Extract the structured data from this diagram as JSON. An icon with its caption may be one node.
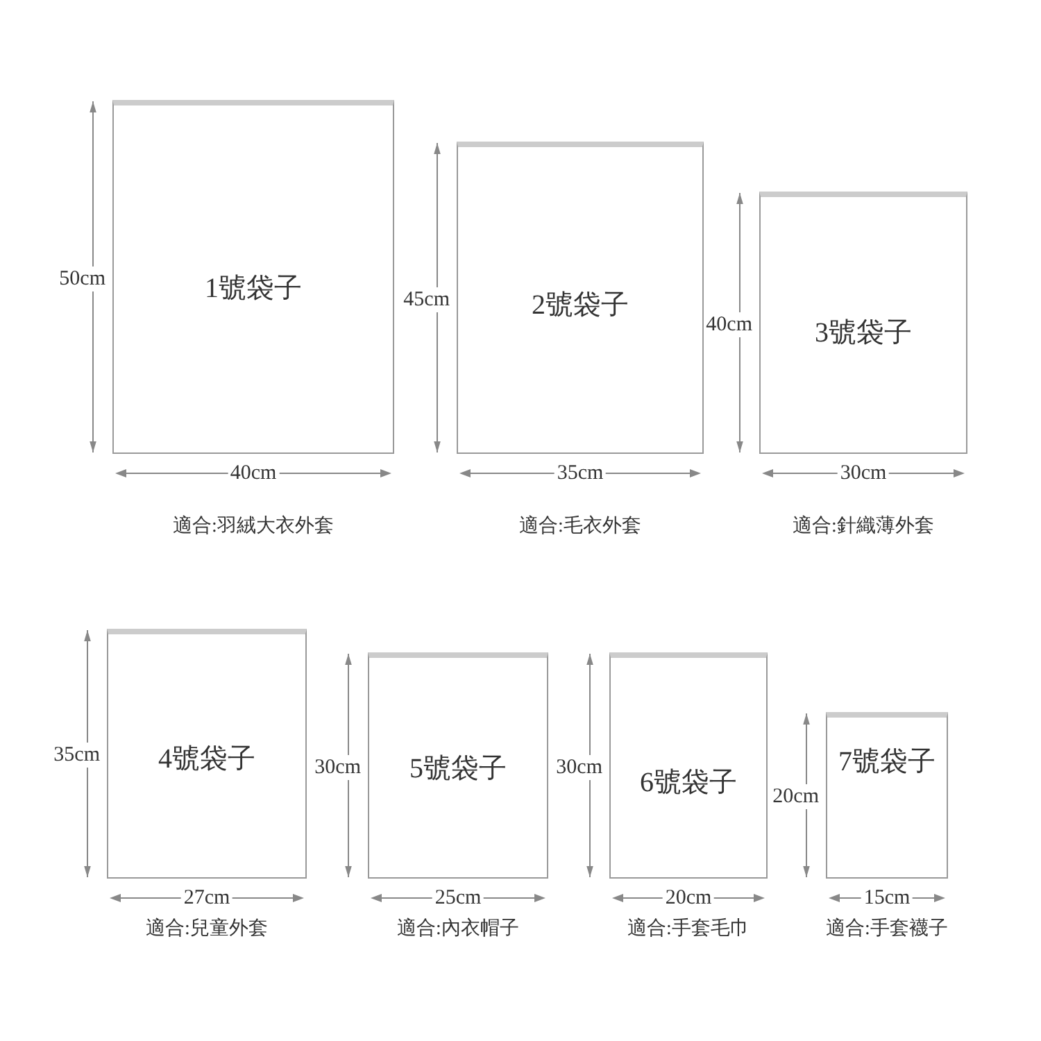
{
  "diagram": {
    "nodes": [
      {
        "text": [
          "1號袋子"
        ],
        "beside": [
          "50cm",
          "40cm",
          "適合:羽絨大衣外套"
        ]
      },
      {
        "text": [
          "2號袋子"
        ],
        "beside": [
          "45cm",
          "35cm",
          "適合:毛衣外套"
        ]
      },
      {
        "text": [
          "3號袋子"
        ],
        "beside": [
          "40cm",
          "30cm",
          "適合:針織薄外套"
        ]
      },
      {
        "text": [
          "4號袋子"
        ],
        "beside": [
          "35cm",
          "27cm",
          "適合:兒童外套"
        ]
      },
      {
        "text": [
          "5號袋子"
        ],
        "beside": [
          "30cm",
          "25cm",
          "適合:內衣帽子"
        ]
      },
      {
        "text": [
          "6號袋子"
        ],
        "beside": [
          "30cm",
          "20cm",
          "適合:手套毛巾"
        ]
      },
      {
        "text": [
          "7號袋子"
        ],
        "beside": [
          "20cm",
          "15cm",
          "適合:手套襪子"
        ]
      }
    ]
  }
}
